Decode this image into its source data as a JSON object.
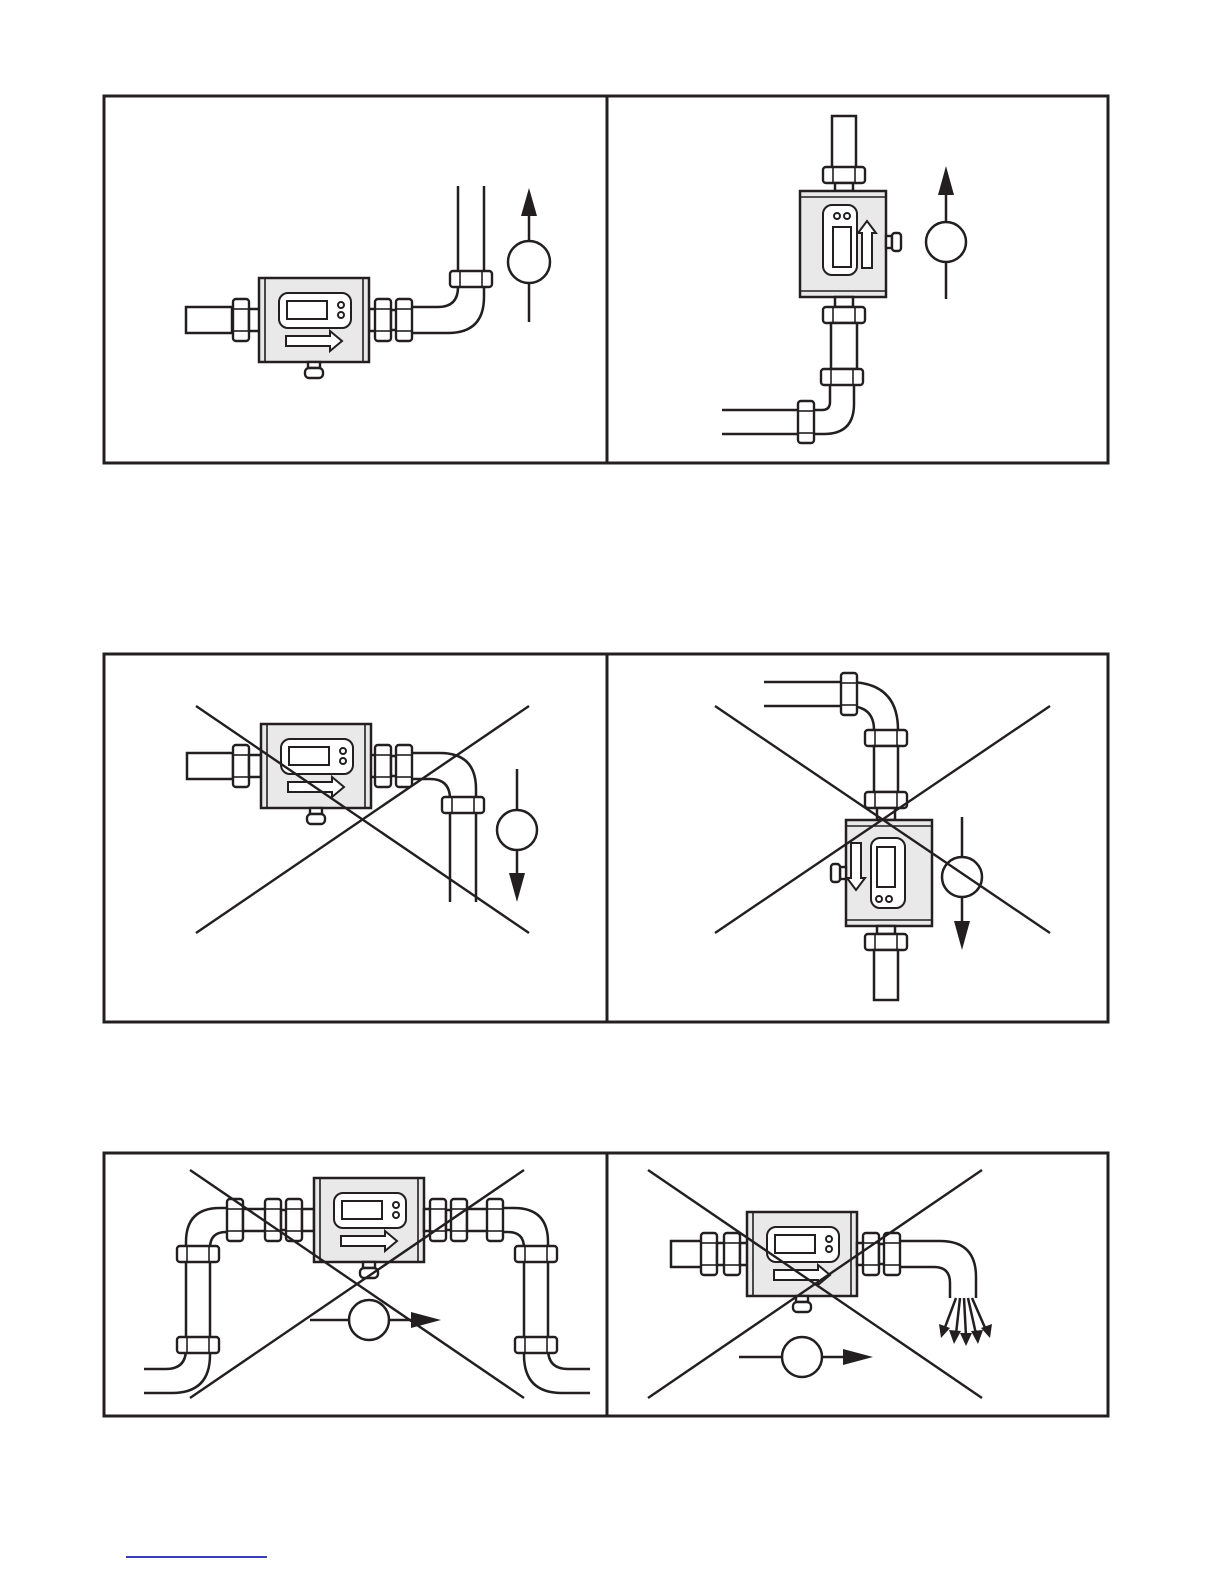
{
  "figure": {
    "panels": [
      {
        "id": "panel-1",
        "status": "correct",
        "orientation": "horizontal",
        "flow": "up"
      },
      {
        "id": "panel-2",
        "status": "correct",
        "orientation": "vertical",
        "flow": "up"
      },
      {
        "id": "panel-3",
        "status": "incorrect",
        "orientation": "horizontal",
        "flow": "down"
      },
      {
        "id": "panel-4",
        "status": "incorrect",
        "orientation": "vertical",
        "flow": "down"
      },
      {
        "id": "panel-5",
        "status": "incorrect",
        "orientation": "horizontal-raised",
        "flow": "right"
      },
      {
        "id": "panel-6",
        "status": "incorrect",
        "orientation": "horizontal-free-outlet",
        "flow": "right"
      }
    ]
  },
  "colors": {
    "line": "#231f20",
    "sensor_body": "#e9e9e9",
    "footer_rule": "#3a3fb5"
  }
}
